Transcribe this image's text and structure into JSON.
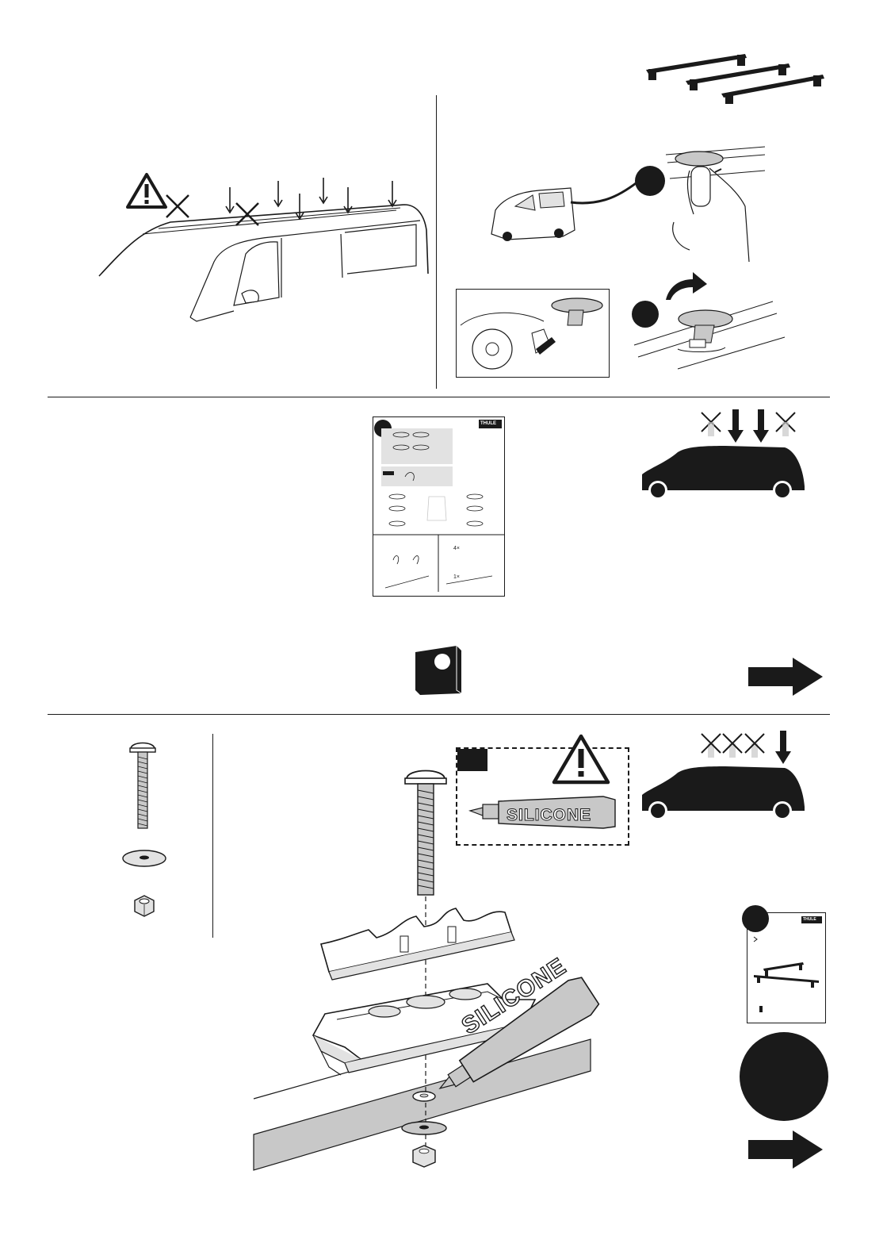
{
  "page": {
    "background": "#ffffff",
    "ink": "#1a1a1a",
    "grey_fill": "#c8c8c8",
    "light_grey": "#e2e2e2"
  },
  "section1": {
    "left_panel": {
      "icons": [
        "warning-triangle-icon",
        "cross-mark-icon",
        "down-arrow-icon"
      ]
    },
    "right_panel": {
      "icons": [
        "roof-bars-icon",
        "step-1-badge-icon",
        "step-2-badge-icon",
        "curved-arrow-icon",
        "finger-icon",
        "plug-cap-icon"
      ]
    }
  },
  "section2": {
    "booklet": {
      "brand": "THULE",
      "labels": [
        "4×",
        "1×"
      ]
    },
    "icons": [
      "info-box-icon",
      "next-arrow-icon",
      "car-silhouette-icon",
      "position-arrows-icon"
    ]
  },
  "section3": {
    "silicone_tube_label_small": "SILICONE",
    "silicone_tube_label_large": "SILICONE",
    "booklet": {
      "brand": "THULE"
    },
    "icons": [
      "bolt-icon",
      "washer-icon",
      "nut-icon",
      "warning-triangle-icon",
      "black-circle-icon",
      "next-arrow-icon"
    ]
  }
}
